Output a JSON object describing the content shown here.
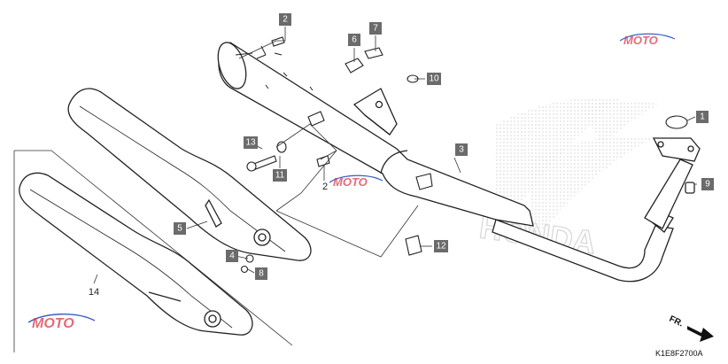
{
  "diagram": {
    "watermark_text": "MOTO",
    "watermark_colors": [
      "#d93a4a",
      "#3a5fc4"
    ],
    "brand_watermark_text": "HONDA",
    "part_code": "K1E8F2700A",
    "front_indicator": "FR.",
    "callouts": [
      {
        "id": "c1",
        "label": "1",
        "style": "box"
      },
      {
        "id": "c2a",
        "label": "2",
        "style": "box"
      },
      {
        "id": "c2b",
        "label": "2",
        "style": "plain"
      },
      {
        "id": "c3",
        "label": "3",
        "style": "box"
      },
      {
        "id": "c4",
        "label": "4",
        "style": "box"
      },
      {
        "id": "c5",
        "label": "5",
        "style": "box"
      },
      {
        "id": "c6",
        "label": "6",
        "style": "box"
      },
      {
        "id": "c7",
        "label": "7",
        "style": "box"
      },
      {
        "id": "c8",
        "label": "8",
        "style": "box"
      },
      {
        "id": "c9",
        "label": "9",
        "style": "box"
      },
      {
        "id": "c10",
        "label": "10",
        "style": "box"
      },
      {
        "id": "c11",
        "label": "11",
        "style": "box"
      },
      {
        "id": "c12",
        "label": "12",
        "style": "box"
      },
      {
        "id": "c13",
        "label": "13",
        "style": "box"
      },
      {
        "id": "c14",
        "label": "14",
        "style": "plain"
      }
    ]
  }
}
